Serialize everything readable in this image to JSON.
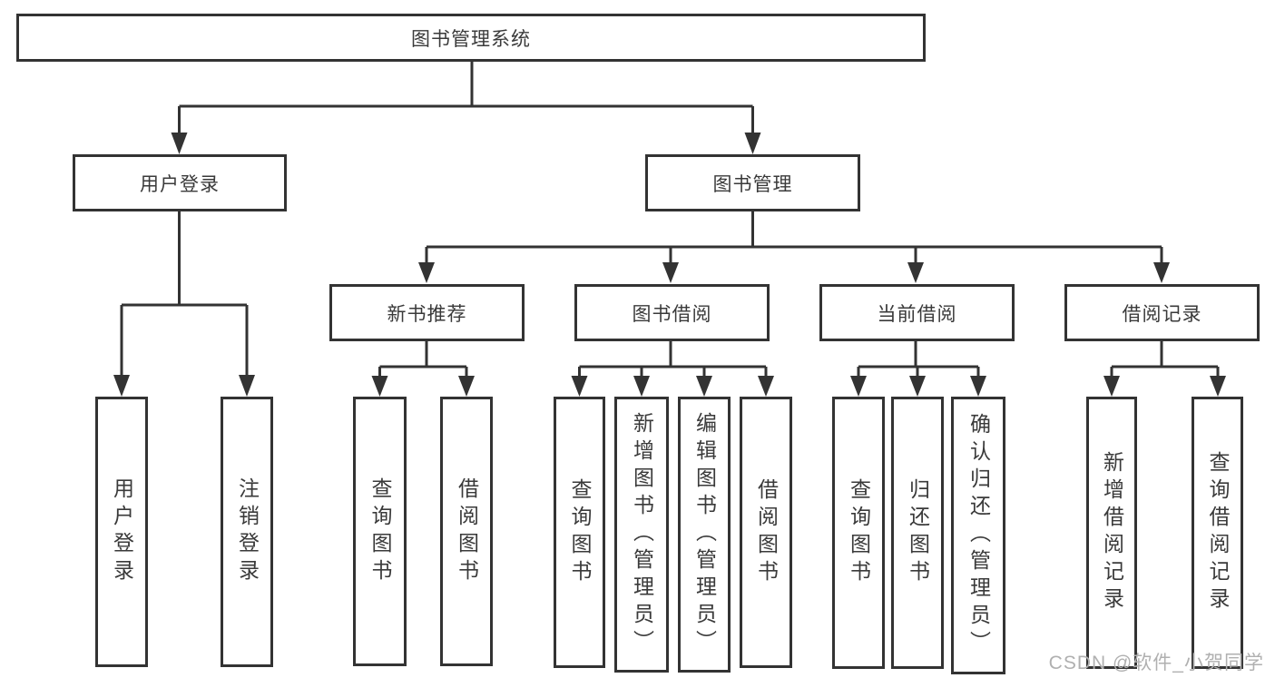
{
  "diagram": {
    "tree": {
      "root": "图书管理系统",
      "children": [
        {
          "label": "用户登录",
          "children": [
            "用户登录",
            "注销登录"
          ]
        },
        {
          "label": "图书管理",
          "children": [
            {
              "label": "新书推荐",
              "children": [
                "查询图书",
                "借阅图书"
              ]
            },
            {
              "label": "图书借阅",
              "children": [
                "查询图书",
                "新增图书（管理员）",
                "编辑图书（管理员）",
                "借阅图书"
              ]
            },
            {
              "label": "当前借阅",
              "children": [
                "查询图书",
                "归还图书",
                "确认归还（管理员）"
              ]
            },
            {
              "label": "借阅记录",
              "children": [
                "新增借阅记录",
                "查询借阅记录"
              ]
            }
          ]
        }
      ]
    },
    "colors": {
      "line": "#333333",
      "box_border": "#333333",
      "box_fill": "#ffffff",
      "text": "#3a3a3a",
      "watermark": "#b0b0b0"
    }
  },
  "watermark": {
    "text": "CSDN @软件_小贺同学"
  }
}
